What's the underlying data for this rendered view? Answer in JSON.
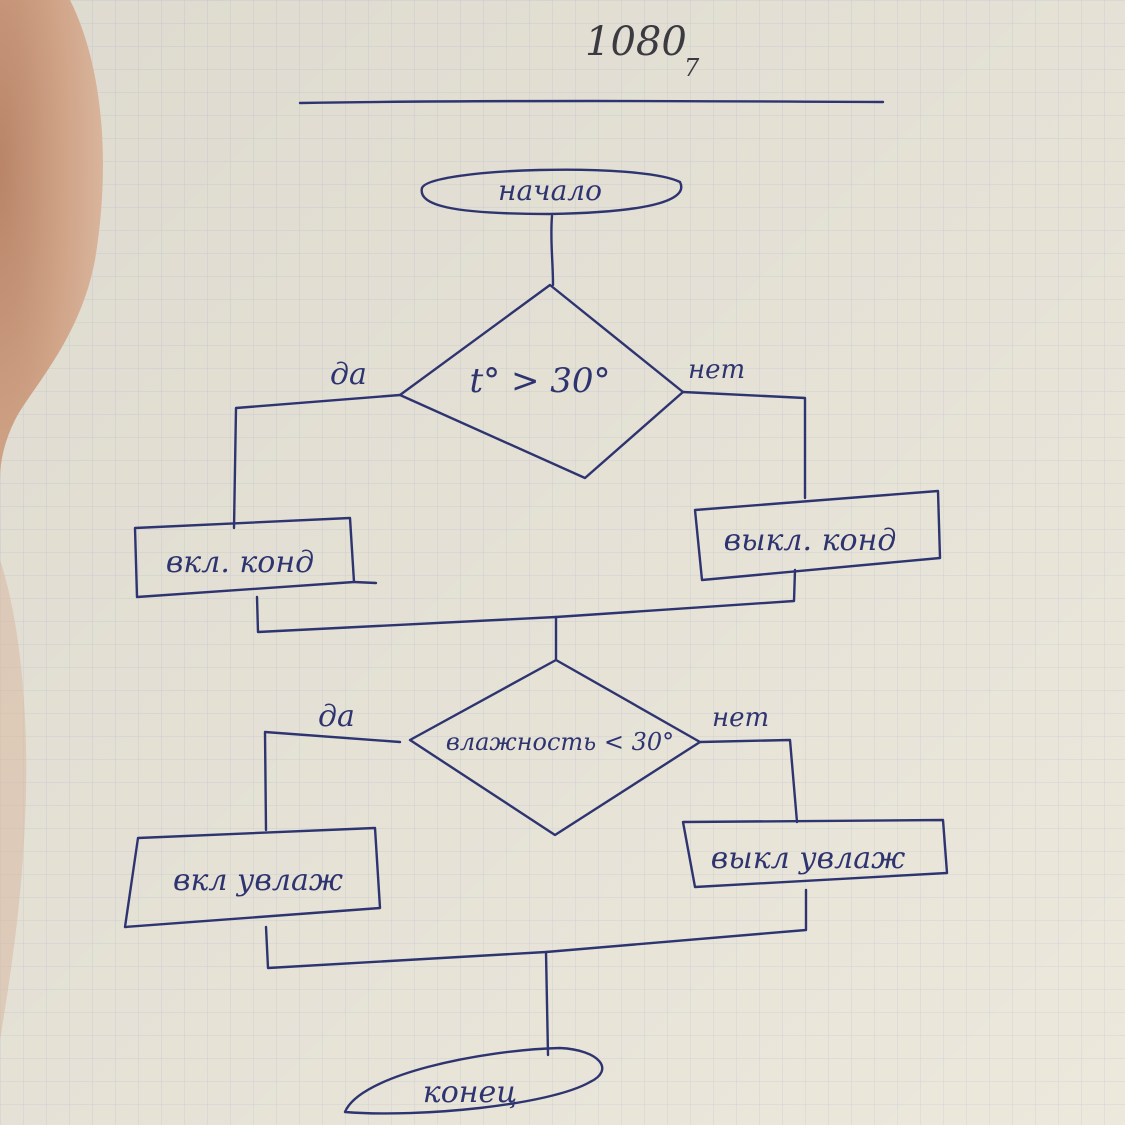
{
  "header": {
    "number": "1080",
    "subscript": "7"
  },
  "flowchart": {
    "start": "начало",
    "decision1": "t° > 30°",
    "decision1_yes": "да",
    "decision1_no": "нет",
    "action1_yes": "вкл. конд",
    "action1_no": "выкл. конд",
    "decision2": "влажность < 30°",
    "decision2_yes": "да",
    "decision2_no": "нет",
    "action2_yes": "вкл увлаж",
    "action2_no": "выкл увлаж",
    "end": "конец"
  },
  "colors": {
    "ink": "#2e3470",
    "paper": "#ece8dc",
    "grid": "#d3d4d6",
    "skin": "#c99a7a"
  }
}
